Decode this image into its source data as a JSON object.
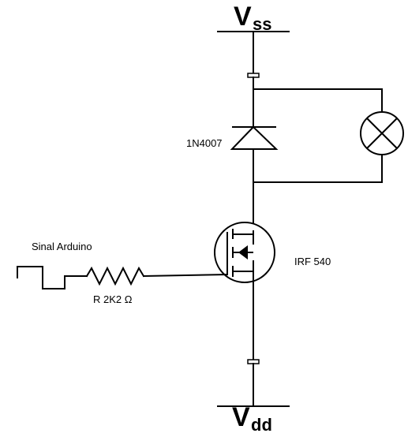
{
  "labels": {
    "vss_main": "V",
    "vss_sub": "ss",
    "vdd_main": "V",
    "vdd_sub": "dd",
    "diode": "1N4007",
    "mosfet": "IRF 540",
    "signal": "Sinal Arduino",
    "resistor": "R 2K2 Ω"
  },
  "icons": {
    "lamp": "lamp-icon",
    "diode": "diode-icon",
    "mosfet": "n-channel-mosfet-icon",
    "resistor": "resistor-icon",
    "square_wave": "square-wave-icon"
  }
}
